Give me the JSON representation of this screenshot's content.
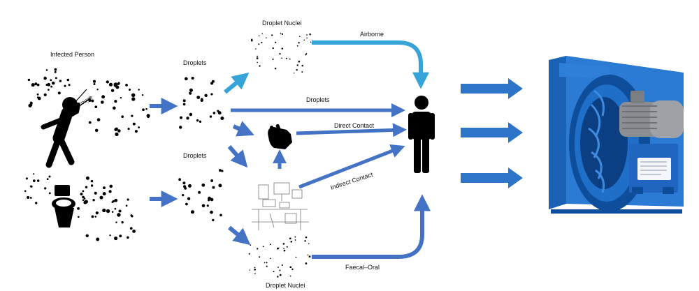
{
  "labels": {
    "infected_person": "Infected Person",
    "cough": "cough",
    "droplets_upper": "Droplets",
    "droplets_lower": "Droplets",
    "droplet_nuclei_top": "Droplet Nuclei",
    "droplet_nuclei_bottom": "Droplet Nuclei",
    "route_airborne": "Airborne",
    "route_droplets": "Droplets",
    "route_direct_contact": "Direct Contact",
    "route_indirect_contact": "Indirect Contact",
    "route_faecal_oral": "Faecal–Oral"
  },
  "colors": {
    "arrow_blue": "#4472c4",
    "airborne_blue": "#36a3d9",
    "fan_blue": "#1f6fc9",
    "fan_dark": "#0e4d9a",
    "motor_grey": "#8a8d91"
  },
  "icons": {
    "person_coughing": "coughing-person-icon",
    "toilet": "toilet-icon",
    "hand": "hand-icon",
    "person_target": "person-icon",
    "workspace": "office-desk-icon",
    "fan_unit": "centrifugal-fan-icon"
  }
}
